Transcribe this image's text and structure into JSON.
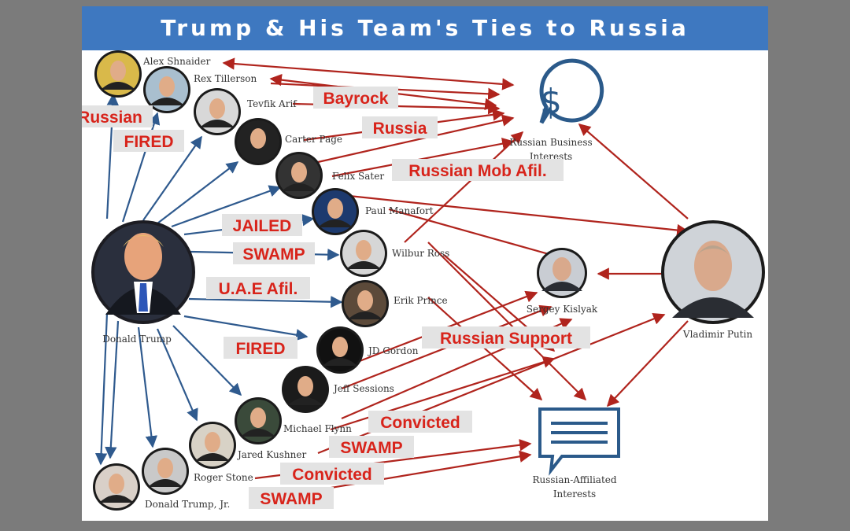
{
  "title": "Trump & His Team's Ties to Russia",
  "colors": {
    "header": "#3e78c0",
    "blue_arrow": "#2f5a8e",
    "red_arrow": "#b0241d",
    "tag_text": "#d8241b",
    "tag_bg": "#e3e3e3",
    "icon": "#2b5a8a"
  },
  "center": {
    "name": "Donald Trump"
  },
  "hub_putin": {
    "name": "Vladimir Putin"
  },
  "hub_kislyak": {
    "name": "Sergey Kislyak"
  },
  "hub_business": {
    "label_line1": "Russian Business",
    "label_line2": "Interests",
    "icon": "dollar-speech-bubble-icon"
  },
  "hub_affiliated": {
    "label_line1": "Russian-Affiliated",
    "label_line2": "Interests",
    "icon": "document-speech-bubble-icon"
  },
  "people": [
    {
      "name": "Alex Shnaider"
    },
    {
      "name": "Rex Tillerson"
    },
    {
      "name": "Tevfik Arif"
    },
    {
      "name": "Carter Page"
    },
    {
      "name": "Felix Sater"
    },
    {
      "name": "Paul Manafort"
    },
    {
      "name": "Wilbur Ross"
    },
    {
      "name": "Erik Prince"
    },
    {
      "name": "JD Gordon"
    },
    {
      "name": "Jeff Sessions"
    },
    {
      "name": "Michael Flynn"
    },
    {
      "name": "Jared Kushner"
    },
    {
      "name": "Roger Stone"
    },
    {
      "name": "Donald Trump, Jr."
    }
  ],
  "tags": [
    {
      "text": "Russian"
    },
    {
      "text": "FIRED"
    },
    {
      "text": "Bayrock"
    },
    {
      "text": "Russia"
    },
    {
      "text": "Russian Mob Afil."
    },
    {
      "text": "JAILED"
    },
    {
      "text": "SWAMP"
    },
    {
      "text": "U.A.E Afil."
    },
    {
      "text": "FIRED"
    },
    {
      "text": "Russian Support"
    },
    {
      "text": "Convicted"
    },
    {
      "text": "SWAMP"
    },
    {
      "text": "Convicted"
    },
    {
      "text": "SWAMP"
    }
  ]
}
